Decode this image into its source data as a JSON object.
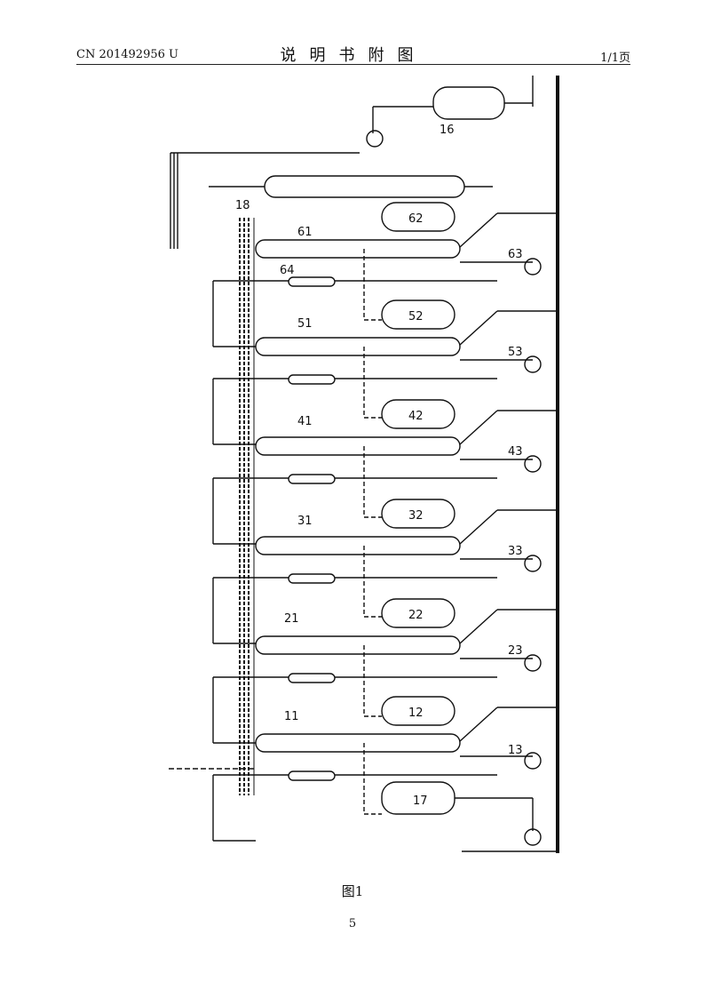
{
  "header": {
    "doc_number": "CN 201492956 U",
    "title": "说明书附图",
    "page_count": "1/1页"
  },
  "drawing": {
    "labels": [
      "16",
      "18",
      "61",
      "62",
      "63",
      "64",
      "51",
      "52",
      "53",
      "41",
      "42",
      "43",
      "31",
      "32",
      "33",
      "21",
      "22",
      "23",
      "11",
      "12",
      "13",
      "17"
    ]
  },
  "figure_caption": "图1",
  "page_number": "5"
}
